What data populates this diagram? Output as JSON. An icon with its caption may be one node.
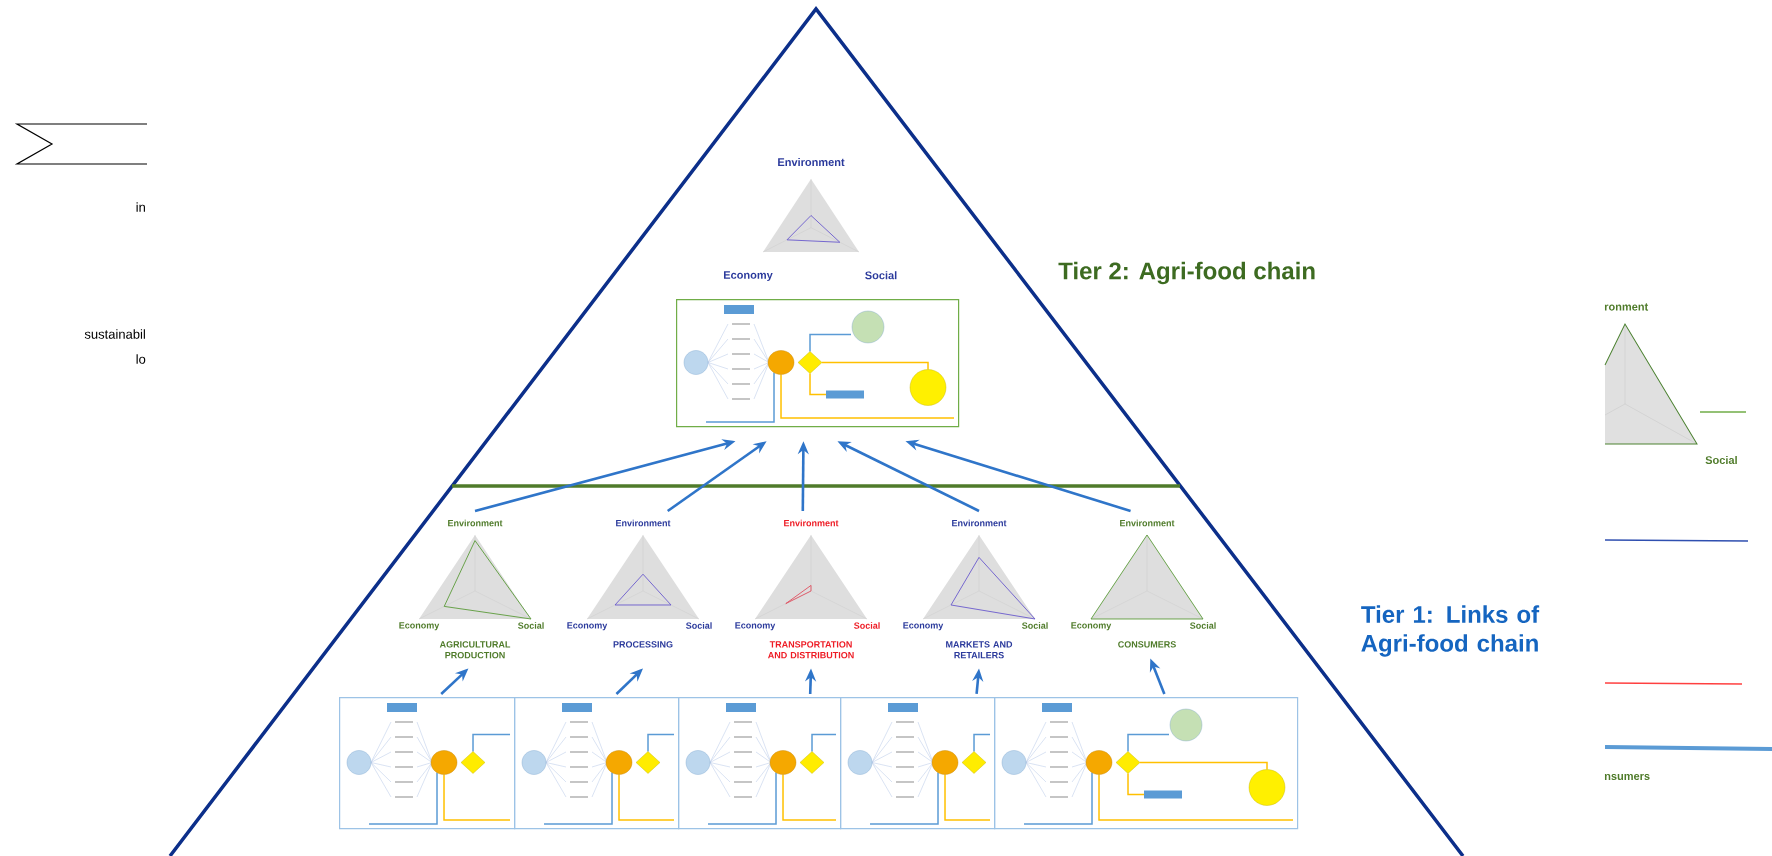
{
  "diagram": {
    "nodes": [
      {
        "text": [
          "Environment",
          "Economy",
          "Social"
        ]
      },
      {
        "text": [],
        "shape": "picture"
      },
      {
        "text": [
          "Environment",
          "Economy",
          "Social"
        ],
        "beside": [
          "AGRICULTURAL PRODUCTION"
        ]
      },
      {
        "text": [
          "Environment",
          "Economy",
          "Social"
        ],
        "beside": [
          "PROCESSING"
        ]
      },
      {
        "text": [
          "Environment",
          "Economy",
          "Social"
        ],
        "beside": [
          "TRANSPORTATION AND DISTRIBUTION"
        ]
      },
      {
        "text": [
          "Environment",
          "Economy",
          "Social"
        ],
        "beside": [
          "MARKETS AND RETAILERS"
        ]
      },
      {
        "text": [
          "Environment",
          "Economy",
          "Social"
        ],
        "beside": [
          "CONSUMERS"
        ]
      },
      {
        "text": [],
        "shape": "picture"
      },
      {
        "text": [],
        "shape": "picture"
      },
      {
        "text": [],
        "shape": "picture"
      },
      {
        "text": [],
        "shape": "picture"
      },
      {
        "text": [],
        "shape": "picture"
      }
    ],
    "edges": [
      {
        "from": 2,
        "to": 1,
        "arrow": "to"
      },
      {
        "from": 3,
        "to": 1,
        "arrow": "to"
      },
      {
        "from": 4,
        "to": 1,
        "arrow": "to"
      },
      {
        "from": 5,
        "to": 1,
        "arrow": "to"
      },
      {
        "from": 6,
        "to": 1,
        "arrow": "to"
      },
      {
        "from": 7,
        "to": 2,
        "arrow": "to"
      },
      {
        "from": 8,
        "to": 3,
        "arrow": "to"
      },
      {
        "from": 9,
        "to": 4,
        "arrow": "to"
      },
      {
        "from": 10,
        "to": 5,
        "arrow": "to"
      },
      {
        "from": 11,
        "to": 6,
        "arrow": "to"
      }
    ],
    "labels": [
      "in",
      "Tier 2: Agri-food chain",
      "ronment",
      "sustainabil",
      "lo",
      "Social",
      "Tier 1: Links of Agri-food chain",
      "nsumers"
    ]
  }
}
